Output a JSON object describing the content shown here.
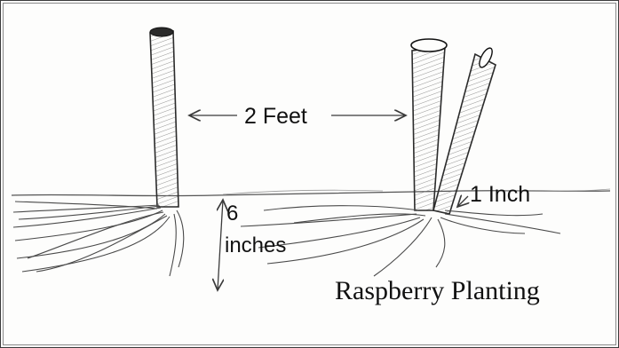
{
  "labels": {
    "spacing": "2 Feet",
    "cane_diameter": "1 Inch",
    "depth_value": "6",
    "depth_unit": "inches",
    "title": "Raspberry Planting"
  },
  "colors": {
    "pencil": "#2b2b2b",
    "shading": "#6e6e6e",
    "paper": "#fdfdfc"
  }
}
